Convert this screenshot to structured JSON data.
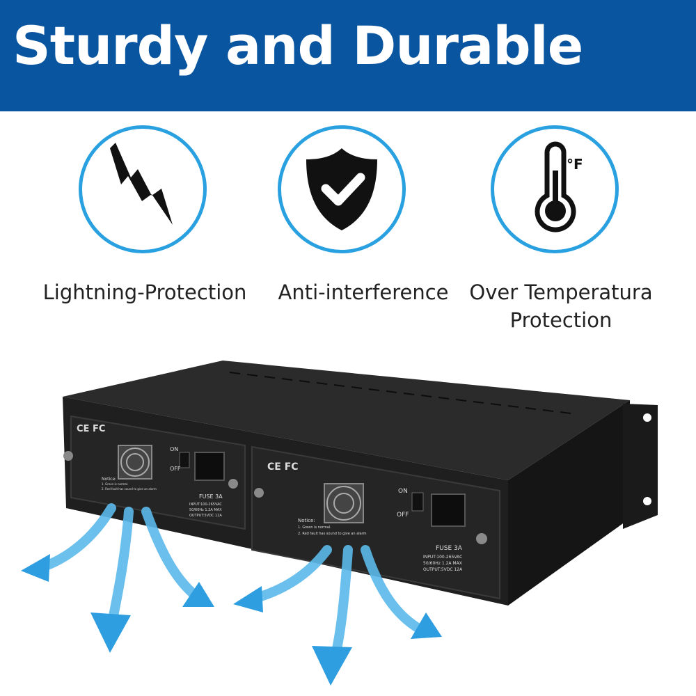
{
  "banner": {
    "title": "Sturdy and Durable",
    "color": "#0a55a0"
  },
  "features": [
    {
      "label": "Lightning-Protection",
      "icon": "lightning-icon"
    },
    {
      "label": "Anti-interference",
      "icon": "shield-check-icon"
    },
    {
      "label_line1": "Over Temperatura",
      "label_line2": "Protection",
      "icon": "thermometer-icon",
      "unit": "°F"
    }
  ],
  "accent": "#29a0e0",
  "device": {
    "marks": "CE FC",
    "switch_on": "ON",
    "switch_off": "OFF",
    "fuse": "FUSE 3A",
    "input": "INPUT:100-265VAC",
    "freq": "50/60Hz 1.2A MAX",
    "output": "OUTPUT:5VDC 12A",
    "notice_title": "Notice:",
    "notice_1": "1. Green is normal.",
    "notice_2": "2. Red fault has sound to give an alarm"
  }
}
